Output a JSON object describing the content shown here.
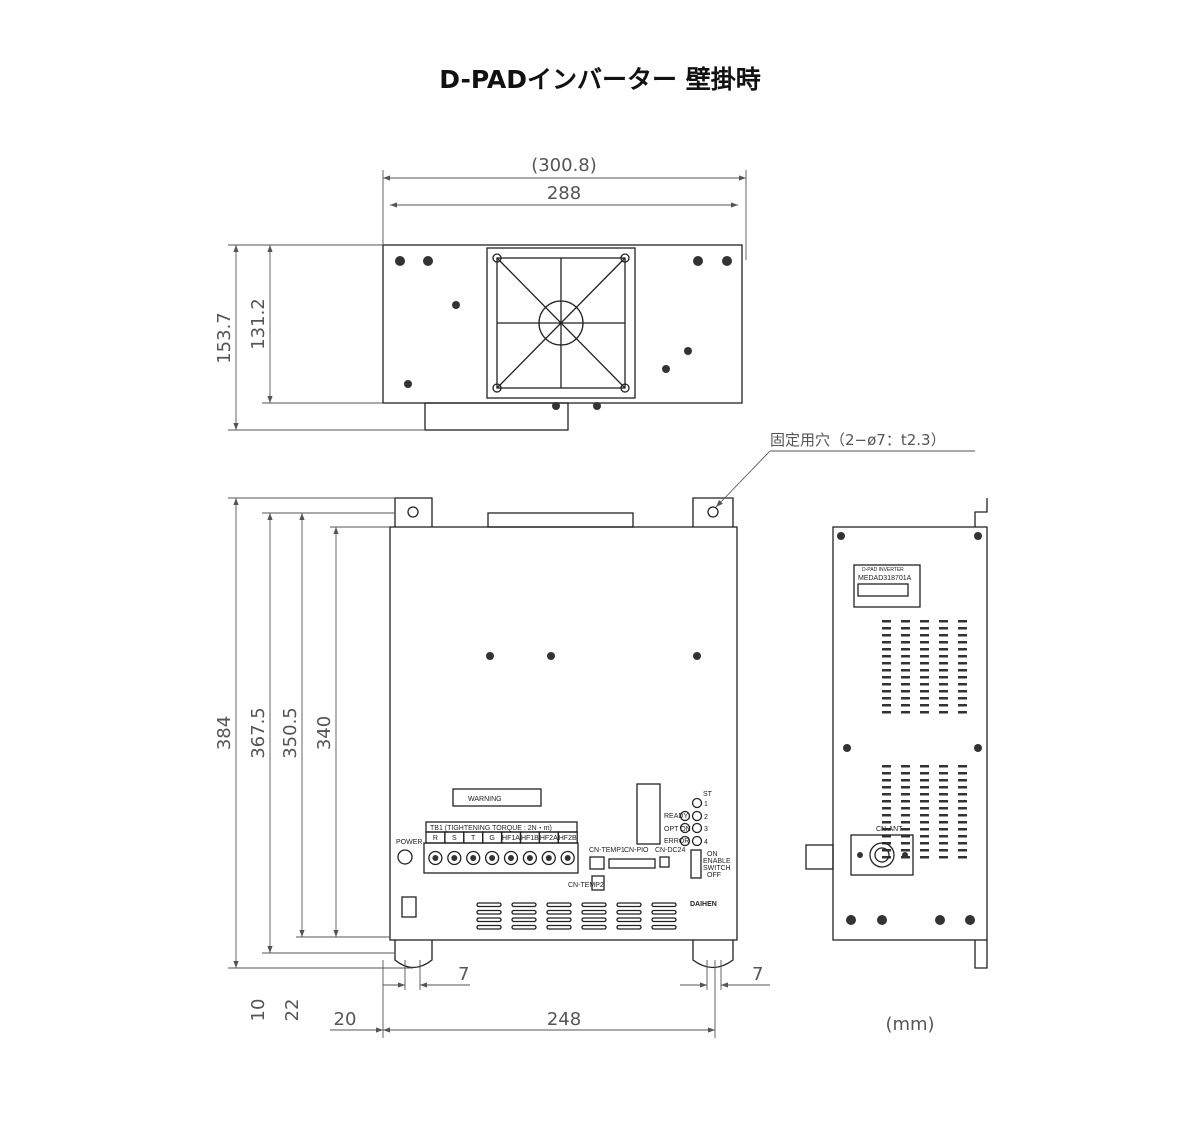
{
  "title": "D-PADインバーター 壁掛時",
  "top_view": {
    "width_overall": "(300.8)",
    "width": "288",
    "height_overall": "153.7",
    "height": "131.2"
  },
  "front_view": {
    "height_total": "384",
    "height_2": "367.5",
    "height_3": "350.5",
    "height_4": "340",
    "bottom_10": "10",
    "bottom_22": "22",
    "left_20": "20",
    "hole_span": "248",
    "left_7": "7",
    "right_7": "7",
    "hole_note": "固定用穴（2−ø7：t2.3）",
    "terminal_header": "TB1 (TIGHTENING TORQUE : 2N・m)",
    "terminals": [
      "R",
      "S",
      "T",
      "G",
      "HF1A",
      "HF1B",
      "HF2A",
      "HF2B"
    ],
    "power": "POWER",
    "warning": "WARNING",
    "connectors": {
      "temp1": "CN-TEMP1",
      "pio": "CN-PIO",
      "dc24": "CN-DC24",
      "temp2": "CN-TEMP2"
    },
    "status": {
      "st": "ST",
      "ready": "READY",
      "opt_on": "OPT ON",
      "error": "ERROR",
      "nums": [
        "1",
        "2",
        "3",
        "4"
      ]
    },
    "switch": {
      "on": "ON",
      "enable": "ENABLE",
      "switch": "SWITCH",
      "off": "OFF"
    },
    "brand": "DAIHEN"
  },
  "side_view": {
    "label_line1": "D-PAD INVERTER",
    "label_model": "MEDAD318701A",
    "cn_ant": "CN-ANT"
  },
  "unit": "(mm)"
}
